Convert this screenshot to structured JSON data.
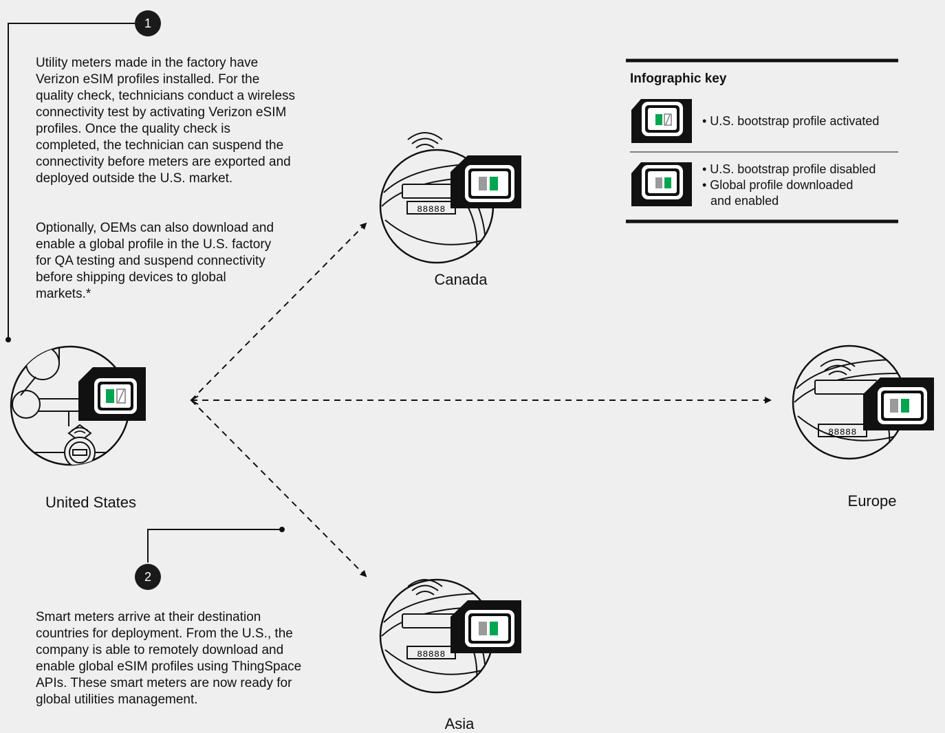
{
  "step1": {
    "number": "1",
    "paragraph1": "Utility meters made in the factory have Verizon eSIM profiles installed. For the quality check, technicians conduct a wireless connectivity test by activating Verizon eSIM profiles. Once the quality check is completed, the technician can suspend the connectivity before meters are exported and deployed outside the U.S. market.",
    "paragraph2": "Optionally, OEMs can also download and enable a global profile in the U.S. factory for QA testing and suspend connectivity before shipping devices to global markets.*"
  },
  "step2": {
    "number": "2",
    "paragraph": "Smart meters arrive at their destination countries for deployment. From the U.S., the company is able to remotely download and enable global eSIM profiles using ThingSpace APIs. These smart meters are now ready for global utilities management."
  },
  "locations": {
    "us": "United States",
    "canada": "Canada",
    "europe": "Europe",
    "asia": "Asia"
  },
  "meter_display": "88888",
  "key": {
    "title": "Infographic key",
    "item1": "• U.S. bootstrap profile activated",
    "item2_line1": "• U.S. bootstrap profile disabled",
    "item2_line2": "• Global profile downloaded",
    "item2_line3": "and enabled"
  },
  "colors": {
    "background": "#efefef",
    "green": "#00a550",
    "grey": "#9a9a9a",
    "ink": "#111111"
  }
}
